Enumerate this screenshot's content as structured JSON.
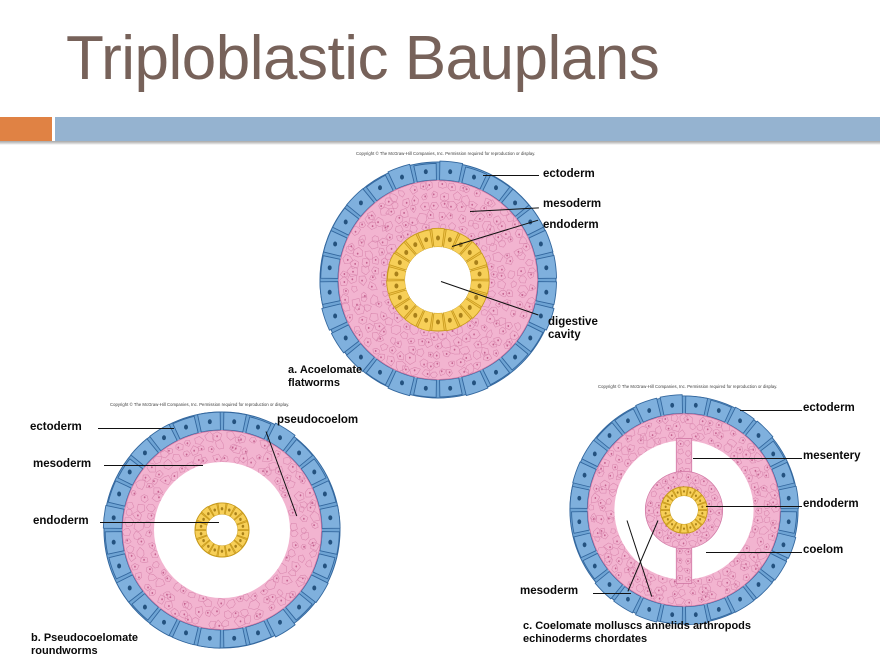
{
  "slide": {
    "title": "Triploblastic Bauplans",
    "accent_color": "#e08244",
    "bar_color": "#95b3d0",
    "title_color": "#77625a"
  },
  "copyright_notice": "Copyright © The McGraw-Hill Companies, Inc. Permission required for reproduction or display.",
  "legend_colors": {
    "ectoderm": "#7fb0dd",
    "mesoderm": "#f2b4d0",
    "endoderm": "#f7cf58",
    "cavity": "#ffffff"
  },
  "figures": [
    {
      "id": "acoelomate",
      "caption": "a. Acoelomate\n     flatworms",
      "labels": [
        {
          "text": "ectoderm",
          "side": "right"
        },
        {
          "text": "mesoderm",
          "side": "right"
        },
        {
          "text": "endoderm",
          "side": "right"
        },
        {
          "text": "digestive\ncavity",
          "side": "right"
        }
      ],
      "layers": [
        "ectoderm",
        "mesoderm",
        "endoderm",
        "digestive cavity"
      ]
    },
    {
      "id": "pseudocoelomate",
      "caption": "b. Pseudocoelomate\n     roundworms",
      "labels": [
        {
          "text": "ectoderm",
          "side": "left"
        },
        {
          "text": "mesoderm",
          "side": "left"
        },
        {
          "text": "endoderm",
          "side": "left"
        },
        {
          "text": "pseudocoelom",
          "side": "right"
        }
      ],
      "layers": [
        "ectoderm",
        "mesoderm",
        "pseudocoelom",
        "endoderm"
      ]
    },
    {
      "id": "coelomate",
      "caption": "c.  Coelomate molluscs annelids arthropods\n      echinoderms chordates",
      "labels": [
        {
          "text": "ectoderm",
          "side": "right"
        },
        {
          "text": "mesentery",
          "side": "right"
        },
        {
          "text": "endoderm",
          "side": "right"
        },
        {
          "text": "coelom",
          "side": "right"
        },
        {
          "text": "mesoderm",
          "side": "left"
        }
      ],
      "layers": [
        "ectoderm",
        "mesoderm",
        "coelom",
        "mesentery",
        "endoderm"
      ]
    }
  ]
}
